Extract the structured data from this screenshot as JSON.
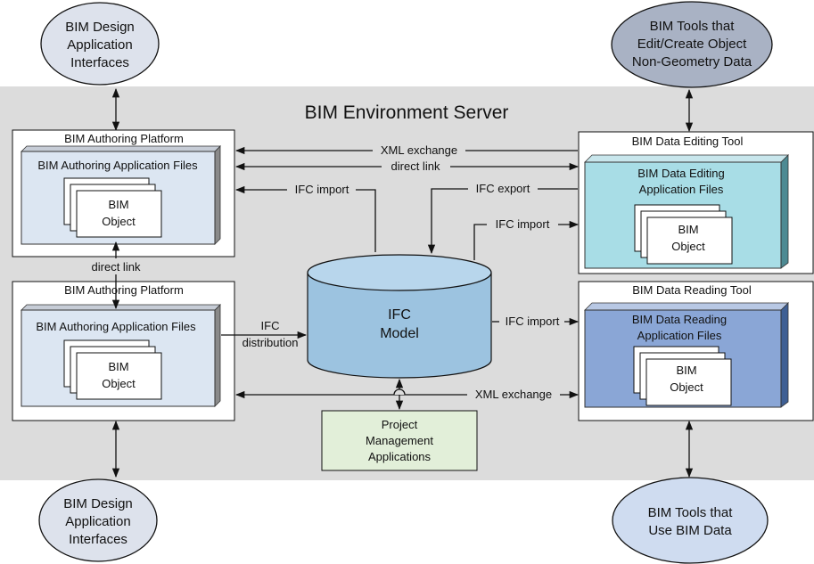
{
  "server": {
    "title": "BIM Environment Server",
    "background": "#dcdcdc"
  },
  "ellipses": {
    "top_left": [
      "BIM Design",
      "Application",
      "Interfaces"
    ],
    "top_right": [
      "BIM Tools that",
      "Edit/Create Object",
      "Non-Geometry Data"
    ],
    "bottom_left": [
      "BIM Design",
      "Application",
      "Interfaces"
    ],
    "bottom_right": [
      "BIM Tools that",
      "Use BIM Data"
    ]
  },
  "authoring_top": {
    "title": "BIM Authoring Platform",
    "files_title": "BIM Authoring Application Files",
    "object": [
      "BIM",
      "Object"
    ]
  },
  "authoring_bottom": {
    "title": "BIM Authoring Platform",
    "files_title": "BIM Authoring Application Files",
    "object": [
      "BIM",
      "Object"
    ]
  },
  "editing_tool": {
    "title": "BIM Data Editing Tool",
    "files_title": [
      "BIM Data Editing",
      "Application Files"
    ],
    "object": [
      "BIM",
      "Object"
    ]
  },
  "reading_tool": {
    "title": "BIM Data Reading Tool",
    "files_title": [
      "BIM Data Reading",
      "Application Files"
    ],
    "object": [
      "BIM",
      "Object"
    ]
  },
  "ifc_model": [
    "IFC",
    "Model"
  ],
  "project_management": [
    "Project",
    "Management",
    "Applications"
  ],
  "connections": {
    "xml_exchange_top": "XML exchange",
    "direct_link_top": "direct link",
    "ifc_import_left": "IFC import",
    "ifc_export": "IFC export",
    "ifc_import_editing": "IFC import",
    "direct_link_vertical": "direct link",
    "ifc_distribution": [
      "IFC",
      "distribution"
    ],
    "ifc_import_reading": "IFC import",
    "xml_exchange_bottom": "XML exchange"
  },
  "colors": {
    "ellipse_left": "#dde2ec",
    "ellipse_top_right": "#a9b2c4",
    "ellipse_bottom_right": "#cfdcf0",
    "authoring_files": "#dce6f2",
    "editing_files": "#a8dde6",
    "reading_files": "#8aa6d6",
    "cylinder": "#9cc3e0",
    "project_management": "#e2efd9"
  }
}
